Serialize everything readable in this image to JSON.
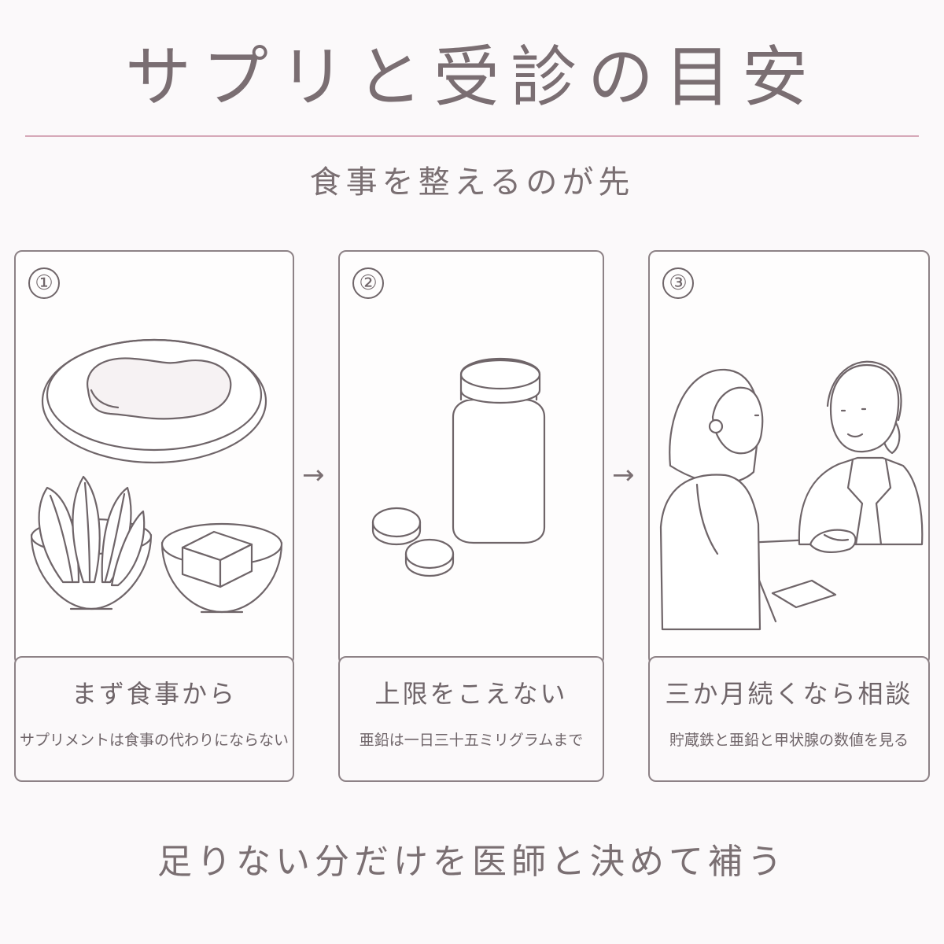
{
  "title": "サプリと受診の目安",
  "subtitle": "食事を整えるのが先",
  "steps": [
    {
      "number": "①",
      "title": "まず食事から",
      "subtitle": "サプリメントは食事の代わりにならない",
      "illustration_icon": "plate-and-bowls-icon"
    },
    {
      "number": "②",
      "title": "上限をこえない",
      "subtitle": "亜鉛は一日三十五ミリグラムまで",
      "illustration_icon": "supplement-bottle-icon"
    },
    {
      "number": "③",
      "title": "三か月続くなら相談",
      "subtitle": "貯蔵鉄と亜鉛と甲状腺の数値を見る",
      "illustration_icon": "doctor-consultation-icon"
    }
  ],
  "arrow": "→",
  "footer": "足りない分だけを医師と決めて補う",
  "colors": {
    "background": "#fbf9fa",
    "text": "#7a6f72",
    "line": "#6f6569",
    "divider": "#d6a9b8"
  }
}
